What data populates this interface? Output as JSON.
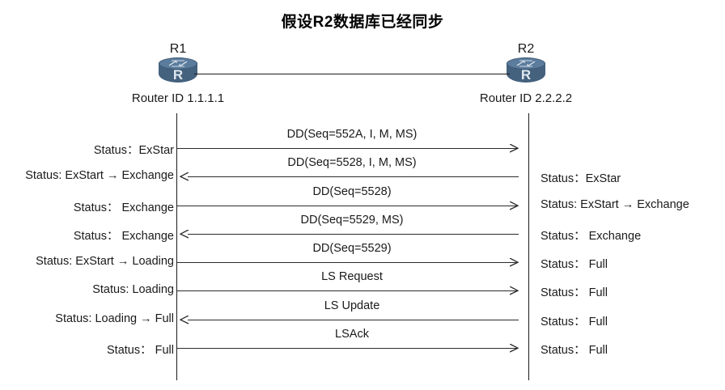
{
  "diagram": {
    "title": "假设R2数据库已经同步",
    "nodes": [
      {
        "name": "R1",
        "router_id": "Router ID 1.1.1.1",
        "icon": "router-icon",
        "icon_letter": "R"
      },
      {
        "name": "R2",
        "router_id": "Router ID 2.2.2.2",
        "icon": "router-icon",
        "icon_letter": "R"
      }
    ],
    "colors": {
      "router_body": "#44617e",
      "router_top": "#5b7c9d",
      "line": "#1b1b1b",
      "text": "#1a1a1a",
      "background": "#ffffff"
    },
    "messages": [
      {
        "label": "DD(Seq=552A, I, M, MS)",
        "direction": "right"
      },
      {
        "label": "DD(Seq=5528, I, M, MS)",
        "direction": "left"
      },
      {
        "label": "DD(Seq=5528)",
        "direction": "right"
      },
      {
        "label": "DD(Seq=5529, MS)",
        "direction": "left"
      },
      {
        "label": "DD(Seq=5529)",
        "direction": "right"
      },
      {
        "label": "LS Request",
        "direction": "right"
      },
      {
        "label": "LS Update",
        "direction": "left"
      },
      {
        "label": "LSAck",
        "direction": "right"
      }
    ],
    "left_statuses": [
      "Status：ExStar",
      "Status: ExStart → Exchange",
      "Status： Exchange",
      "Status： Exchange",
      "Status: ExStart → Loading",
      "Status: Loading",
      "Status: Loading → Full",
      "Status： Full"
    ],
    "right_statuses": [
      "",
      "Status：ExStar",
      "Status: ExStart → Exchange",
      "Status： Exchange",
      "Status： Full",
      "Status： Full",
      "Status： Full",
      "Status： Full"
    ]
  }
}
